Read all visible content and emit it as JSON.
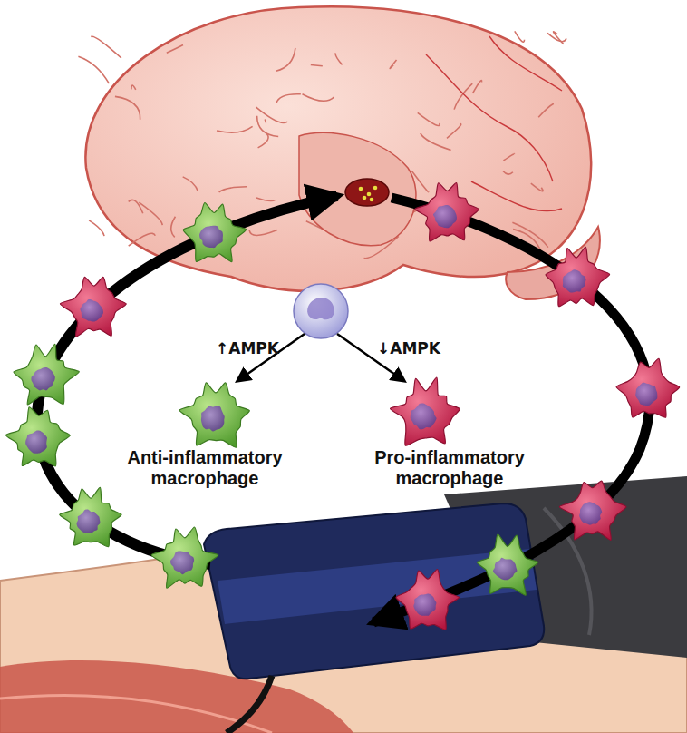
{
  "diagram": {
    "nodes": [
      {
        "text": [
          "Anti-inflammatory macrophage"
        ]
      },
      {
        "text": [
          "Pro-inflammatory macrophage"
        ]
      }
    ],
    "labels": [
      "↑AMPK",
      "↓AMPK"
    ]
  }
}
